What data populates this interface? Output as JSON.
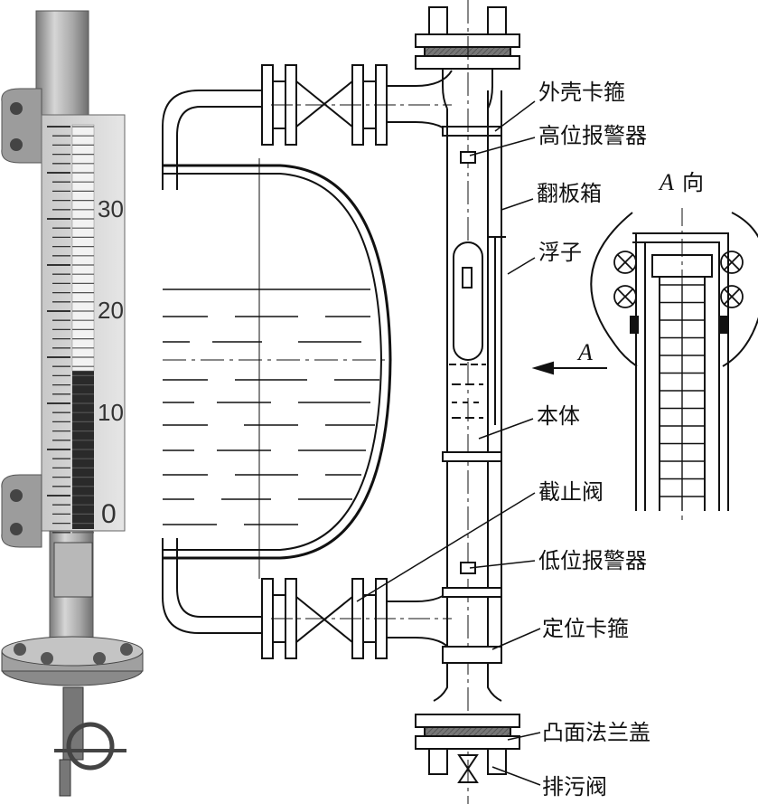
{
  "photo": {
    "scale_labels": [
      "30",
      "20",
      "10",
      "0"
    ]
  },
  "diagram": {
    "labels": {
      "shell_clamp": "外壳卡箍",
      "high_alarm": "高位报警器",
      "flip_box": "翻板箱",
      "float": "浮子",
      "body": "本体",
      "stop_valve": "截止阀",
      "low_alarm": "低位报警器",
      "position_clamp": "定位卡箍",
      "flange_cover": "凸面法兰盖",
      "drain_valve": "排污阀"
    },
    "view_label_letter": "A",
    "view_label_word": "向",
    "arrow_letter": "A"
  },
  "colors": {
    "line": "#111111",
    "photo_gray": "#9a9a9a",
    "photo_dark": "#2a2a2a"
  }
}
